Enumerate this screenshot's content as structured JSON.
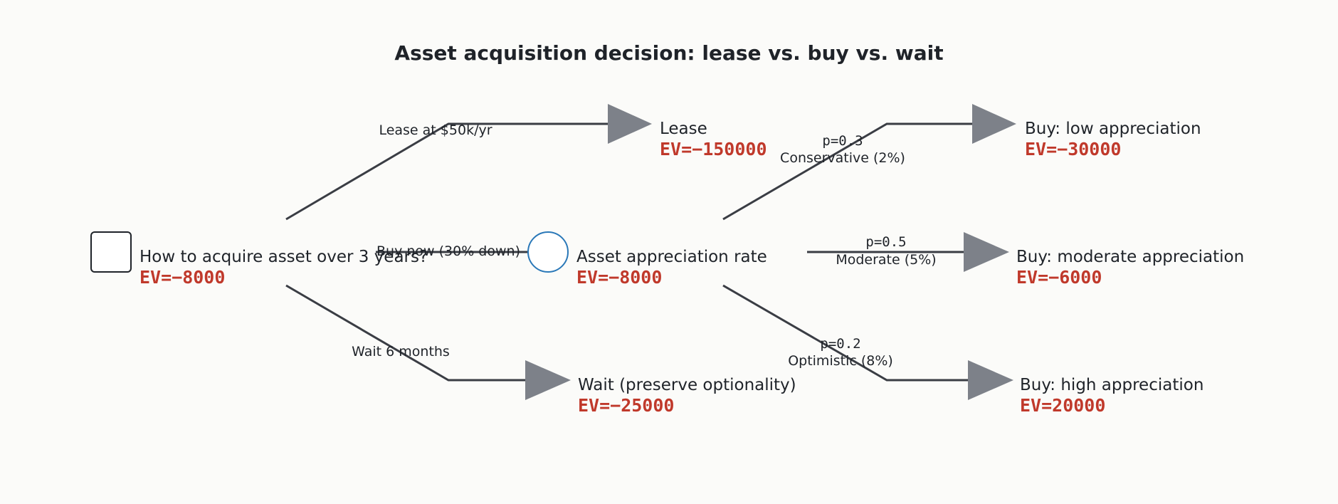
{
  "title": "Asset acquisition decision: lease vs. buy vs. wait",
  "nodes": {
    "root": {
      "label": "How to acquire asset over 3 years?",
      "ev": "EV=−8000",
      "kind": "decision"
    },
    "lease": {
      "label": "Lease",
      "ev": "EV=−150000",
      "kind": "terminal"
    },
    "buy_now": {
      "label": "Asset appreciation rate",
      "ev": "EV=−8000",
      "kind": "chance"
    },
    "wait": {
      "label": "Wait (preserve optionality)",
      "ev": "EV=−25000",
      "kind": "terminal"
    },
    "low": {
      "label": "Buy: low appreciation",
      "ev": "EV=−30000",
      "kind": "terminal"
    },
    "moderate": {
      "label": "Buy: moderate appreciation",
      "ev": "EV=−6000",
      "kind": "terminal"
    },
    "high": {
      "label": "Buy: high appreciation",
      "ev": "EV=20000",
      "kind": "terminal"
    }
  },
  "edges": {
    "lease": {
      "label": "Lease at $50k/yr"
    },
    "buy_now": {
      "label": "Buy now (30% down)"
    },
    "wait": {
      "label": "Wait 6 months"
    },
    "low": {
      "prob": "p=0.3",
      "label": "Conservative (2%)"
    },
    "moderate": {
      "prob": "p=0.5",
      "label": "Moderate (5%)"
    },
    "high": {
      "prob": "p=0.2",
      "label": "Optimistic (8%)"
    }
  },
  "colors": {
    "edge": "#3a3d44",
    "terminal": "#7d8189",
    "chance_stroke": "#2a78b8",
    "ev_text": "#c0392b",
    "background": "#fbfbf9"
  }
}
